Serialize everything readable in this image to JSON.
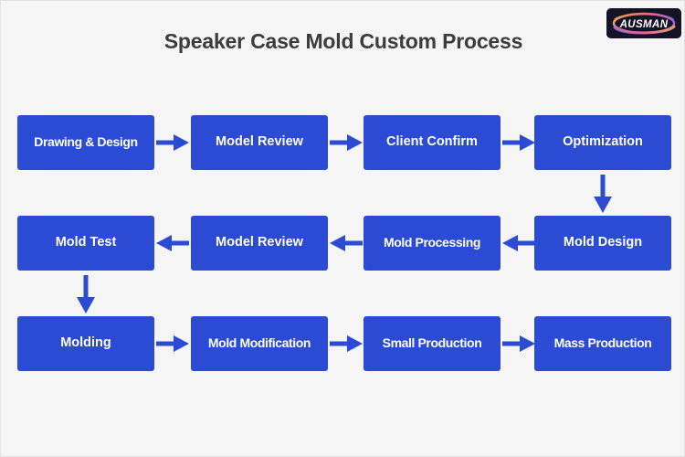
{
  "page": {
    "title": "Speaker Case Mold Custom Process",
    "background_color": "#f5f5f5",
    "title_color": "#3c3c3c"
  },
  "logo": {
    "name": "AUSMAN",
    "text": "AUSMAN",
    "background_color": "#141427",
    "text_color": "#ffffff",
    "swoosh_colors": [
      "#e8845a",
      "#d9698f",
      "#a86bd8"
    ]
  },
  "flowchart": {
    "box_color": "#2b4bd4",
    "box_text_color": "#ffffff",
    "arrow_color": "#2b4bd4",
    "rows": [
      {
        "direction": "right",
        "steps": [
          {
            "label": "Drawing & Design"
          },
          {
            "label": "Model Review"
          },
          {
            "label": "Client Confirm"
          },
          {
            "label": "Optimization"
          }
        ]
      },
      {
        "direction": "left",
        "steps": [
          {
            "label": "Mold Test"
          },
          {
            "label": "Model Review"
          },
          {
            "label": "Mold Processing"
          },
          {
            "label": "Mold Design"
          }
        ]
      },
      {
        "direction": "right",
        "steps": [
          {
            "label": "Molding"
          },
          {
            "label": "Mold Modification"
          },
          {
            "label": "Small Production"
          },
          {
            "label": "Mass Production"
          }
        ]
      }
    ],
    "connectors": [
      {
        "name": "optimization-to-mold-design",
        "direction": "down"
      },
      {
        "name": "mold-test-to-molding",
        "direction": "down"
      }
    ]
  }
}
